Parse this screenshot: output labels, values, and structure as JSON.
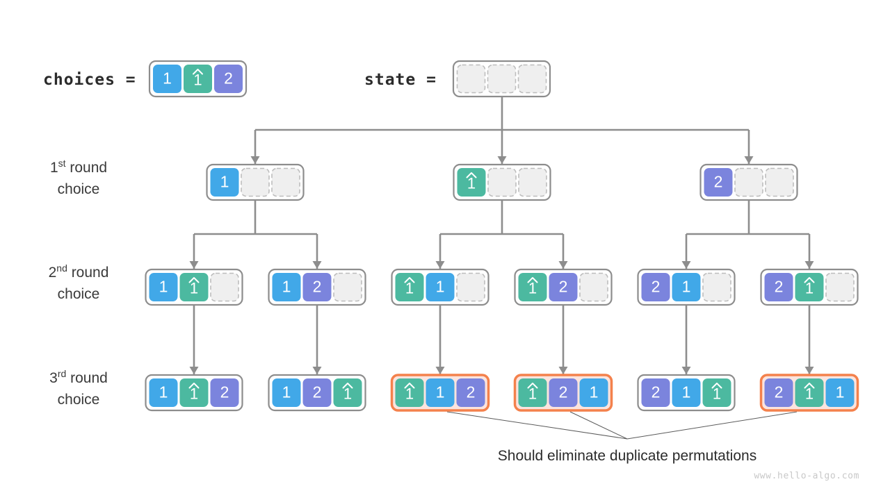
{
  "meta": {
    "title": "Permutations backtracking tree with duplicate elements",
    "watermark": "www.hello-algo.com",
    "note": "Should eliminate duplicate permutations"
  },
  "colors": {
    "blue": "#41a8e8",
    "green": "#4cb9a0",
    "purple": "#7b84dd",
    "empty_fill": "#efefef",
    "empty_stroke": "#bdbdbd",
    "group_stroke": "#8d8d8d",
    "highlight_stroke": "#f4814c",
    "highlight_fill": "#fbe4de",
    "line": "#8d8d8d",
    "text": "#2b2b2b",
    "watermark": "#c8c8c8",
    "pointer_line": "#5a5a5a"
  },
  "header": {
    "choices_label": "choices =",
    "choices": [
      "1",
      "1̂",
      "2"
    ],
    "state_label": "state =",
    "state": [
      "",
      "",
      ""
    ]
  },
  "row_labels": [
    {
      "ord": "1",
      "sup": "st",
      "word": " round",
      "line2": "choice"
    },
    {
      "ord": "2",
      "sup": "nd",
      "word": " round",
      "line2": "choice"
    },
    {
      "ord": "3",
      "sup": "rd",
      "word": " round",
      "line2": "choice"
    }
  ],
  "rounds": [
    {
      "name": "1st round choice",
      "nodes": [
        {
          "id": "r1n1",
          "cells": [
            "1",
            "",
            ""
          ],
          "highlight": false
        },
        {
          "id": "r1n2",
          "cells": [
            "1̂",
            "",
            ""
          ],
          "highlight": false
        },
        {
          "id": "r1n3",
          "cells": [
            "2",
            "",
            ""
          ],
          "highlight": false
        }
      ]
    },
    {
      "name": "2nd round choice",
      "nodes": [
        {
          "id": "r2n1",
          "cells": [
            "1",
            "1̂",
            ""
          ],
          "highlight": false
        },
        {
          "id": "r2n2",
          "cells": [
            "1",
            "2",
            ""
          ],
          "highlight": false
        },
        {
          "id": "r2n3",
          "cells": [
            "1̂",
            "1",
            ""
          ],
          "highlight": false
        },
        {
          "id": "r2n4",
          "cells": [
            "1̂",
            "2",
            ""
          ],
          "highlight": false
        },
        {
          "id": "r2n5",
          "cells": [
            "2",
            "1",
            ""
          ],
          "highlight": false
        },
        {
          "id": "r2n6",
          "cells": [
            "2",
            "1̂",
            ""
          ],
          "highlight": false
        }
      ]
    },
    {
      "name": "3rd round choice",
      "nodes": [
        {
          "id": "r3n1",
          "cells": [
            "1",
            "1̂",
            "2"
          ],
          "highlight": false
        },
        {
          "id": "r3n2",
          "cells": [
            "1",
            "2",
            "1̂"
          ],
          "highlight": false
        },
        {
          "id": "r3n3",
          "cells": [
            "1̂",
            "1",
            "2"
          ],
          "highlight": true
        },
        {
          "id": "r3n4",
          "cells": [
            "1̂",
            "2",
            "1"
          ],
          "highlight": true
        },
        {
          "id": "r3n5",
          "cells": [
            "2",
            "1",
            "1̂"
          ],
          "highlight": false
        },
        {
          "id": "r3n6",
          "cells": [
            "2",
            "1̂",
            "1"
          ],
          "highlight": true
        }
      ]
    }
  ],
  "cell_colors": {
    "1": "blue",
    "1̂": "green",
    "2": "purple"
  }
}
